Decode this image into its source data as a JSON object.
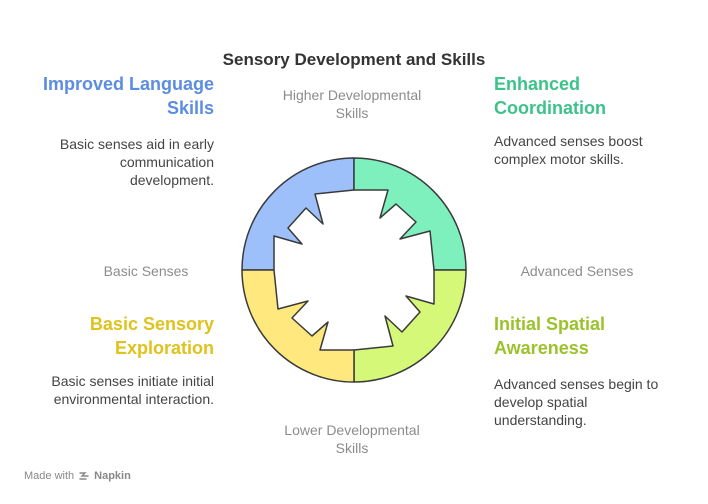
{
  "title": "Sensory Development and Skills",
  "axes": {
    "top": "Higher Developmental Skills",
    "bottom": "Lower Developmental Skills",
    "left": "Basic Senses",
    "right": "Advanced Senses"
  },
  "quadrants": {
    "top_left": {
      "title": "Improved Language Skills",
      "description": "Basic senses aid in early communication development.",
      "color": "#5b8de0",
      "fill": "#9ec0fa"
    },
    "top_right": {
      "title": "Enhanced Coordination",
      "description": "Advanced senses boost complex motor skills.",
      "color": "#3cc38a",
      "fill": "#7ef0bd"
    },
    "bottom_left": {
      "title": "Basic Sensory Exploration",
      "description": "Basic senses initiate initial environmental interaction.",
      "color": "#e0c21d",
      "fill": "#ffe97e"
    },
    "bottom_right": {
      "title": "Initial Spatial Awareness",
      "description": "Advanced senses begin to develop spatial understanding.",
      "color": "#9bc22a",
      "fill": "#d5f878"
    }
  },
  "footer": {
    "made_with": "Made with",
    "brand": "Napkin"
  }
}
